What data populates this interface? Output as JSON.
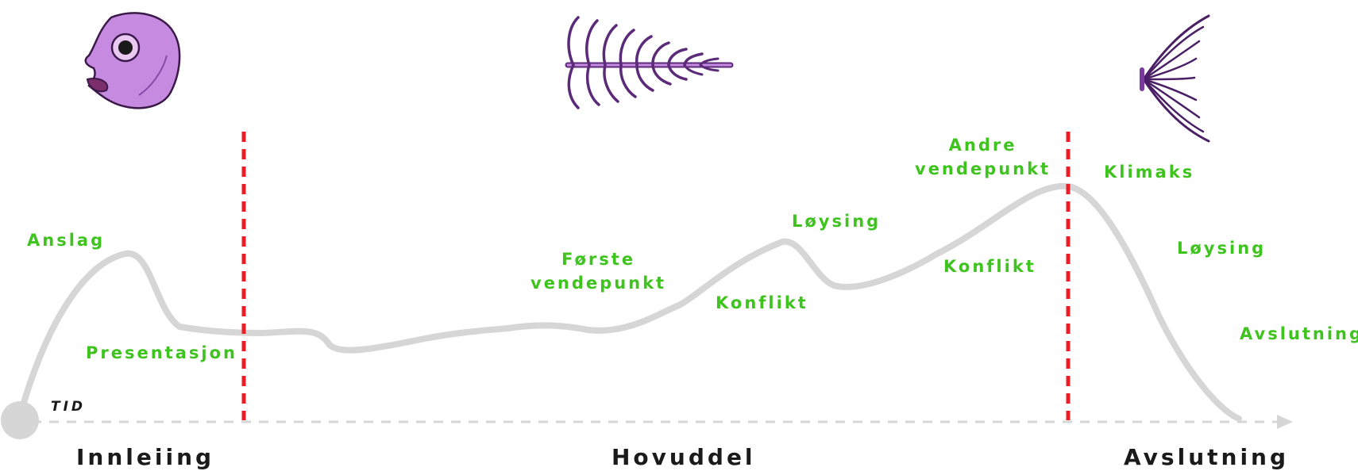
{
  "axis": {
    "label": "TID"
  },
  "sections": {
    "intro": "Innleiing",
    "main": "Hovuddel",
    "ending": "Avslutning"
  },
  "labels": {
    "anslag": "Anslag",
    "presentasjon": "Presentasjon",
    "forste": "Første\nvendepunkt",
    "konflikt1": "Konflikt",
    "loysing1": "Løysing",
    "andre": "Andre\nvendepunkt",
    "konflikt2": "Konflikt",
    "klimaks": "Klimaks",
    "loysing2": "Løysing",
    "avslutning": "Avslutning"
  },
  "illustrations": [
    "fish-head",
    "fish-skeleton",
    "fish-tail"
  ],
  "colors": {
    "curve": "#d6d6d6",
    "divider": "#ee1c24",
    "label": "#3fc31f",
    "fish": "#b566d8"
  }
}
